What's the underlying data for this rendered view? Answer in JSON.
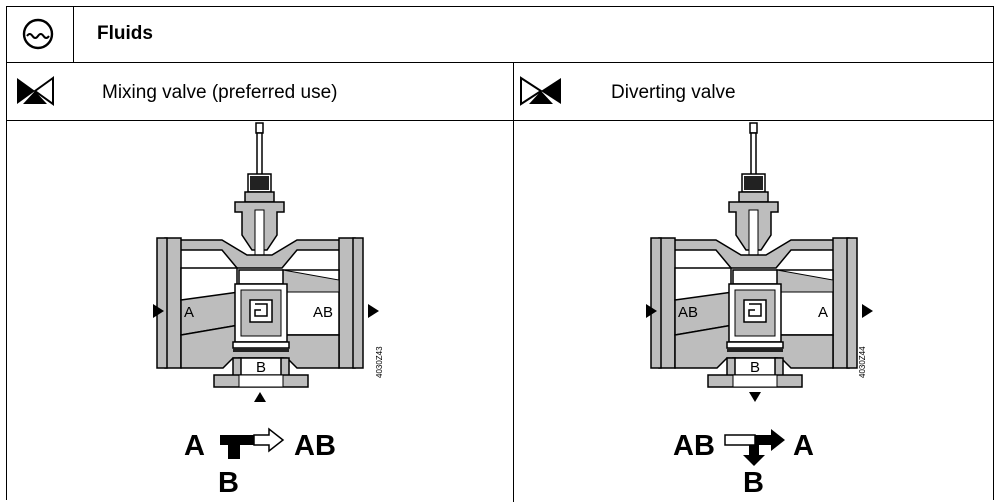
{
  "header": {
    "title": "Fluids",
    "icon": "fluid-wave-icon"
  },
  "columns": [
    {
      "label": "Mixing valve (preferred use)",
      "icon": "mixing-valve-icon",
      "port_left": "A",
      "port_right": "AB",
      "port_bottom": "B",
      "drawing_code": "4030Z43",
      "flow": {
        "left": "A",
        "right": "AB",
        "bottom": "B"
      }
    },
    {
      "label": "Diverting valve",
      "icon": "diverting-valve-icon",
      "port_left": "AB",
      "port_right": "A",
      "port_bottom": "B",
      "drawing_code": "4030Z44",
      "flow": {
        "left": "AB",
        "right": "A",
        "bottom": "B"
      }
    }
  ]
}
